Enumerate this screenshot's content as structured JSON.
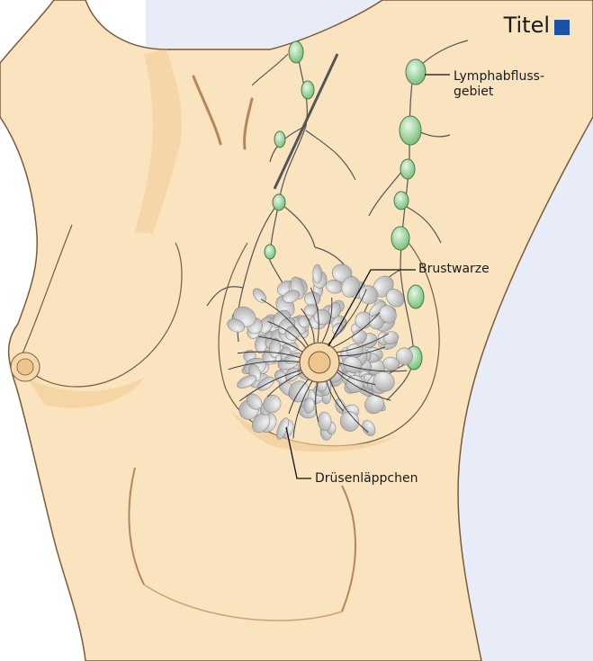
{
  "title": "Titel",
  "colors": {
    "panel": "#e8ecf7",
    "skin": "#fae3bf",
    "skin_shadow": "#f3cc95",
    "outline": "#7a5a3a",
    "node": "#8fd08f",
    "lobule": "#d4d4d4",
    "accent": "#1a52a8"
  },
  "labels": {
    "lymph_line1": "Lymphabfluss-",
    "lymph_line2": "gebiet",
    "nipple": "Brustwarze",
    "lobules": "Drüsenläppchen"
  }
}
